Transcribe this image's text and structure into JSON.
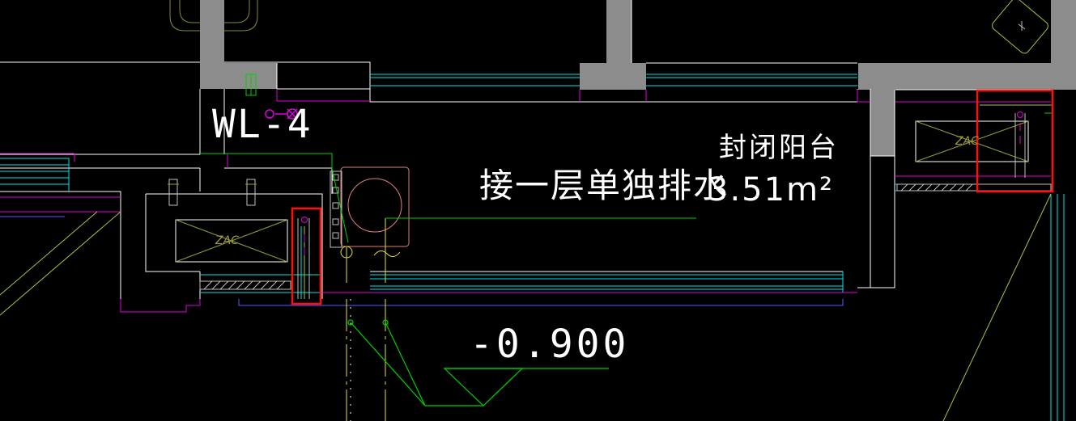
{
  "labels": {
    "room_name": "封闭阳台",
    "drain_note": "接一层单独排水",
    "area": "3.51m²",
    "pipe_id": "WL-4",
    "elevation": "-0.900",
    "equipment_tag_left": "ZAC",
    "equipment_tag_right": "ZAC"
  },
  "colors": {
    "background": "#000000",
    "wall_fill": "#8c8c8c",
    "wall_line": "#ffffff",
    "window_line": "#00e5e5",
    "hatch_line": "#c0c0c0",
    "magenta": "#e000e0",
    "blue": "#5a5aff",
    "green": "#00d000",
    "yellow_green": "#b0c040",
    "yellow": "#e0e040",
    "highlight_red": "#ff1010",
    "salmon": "#e08080"
  }
}
